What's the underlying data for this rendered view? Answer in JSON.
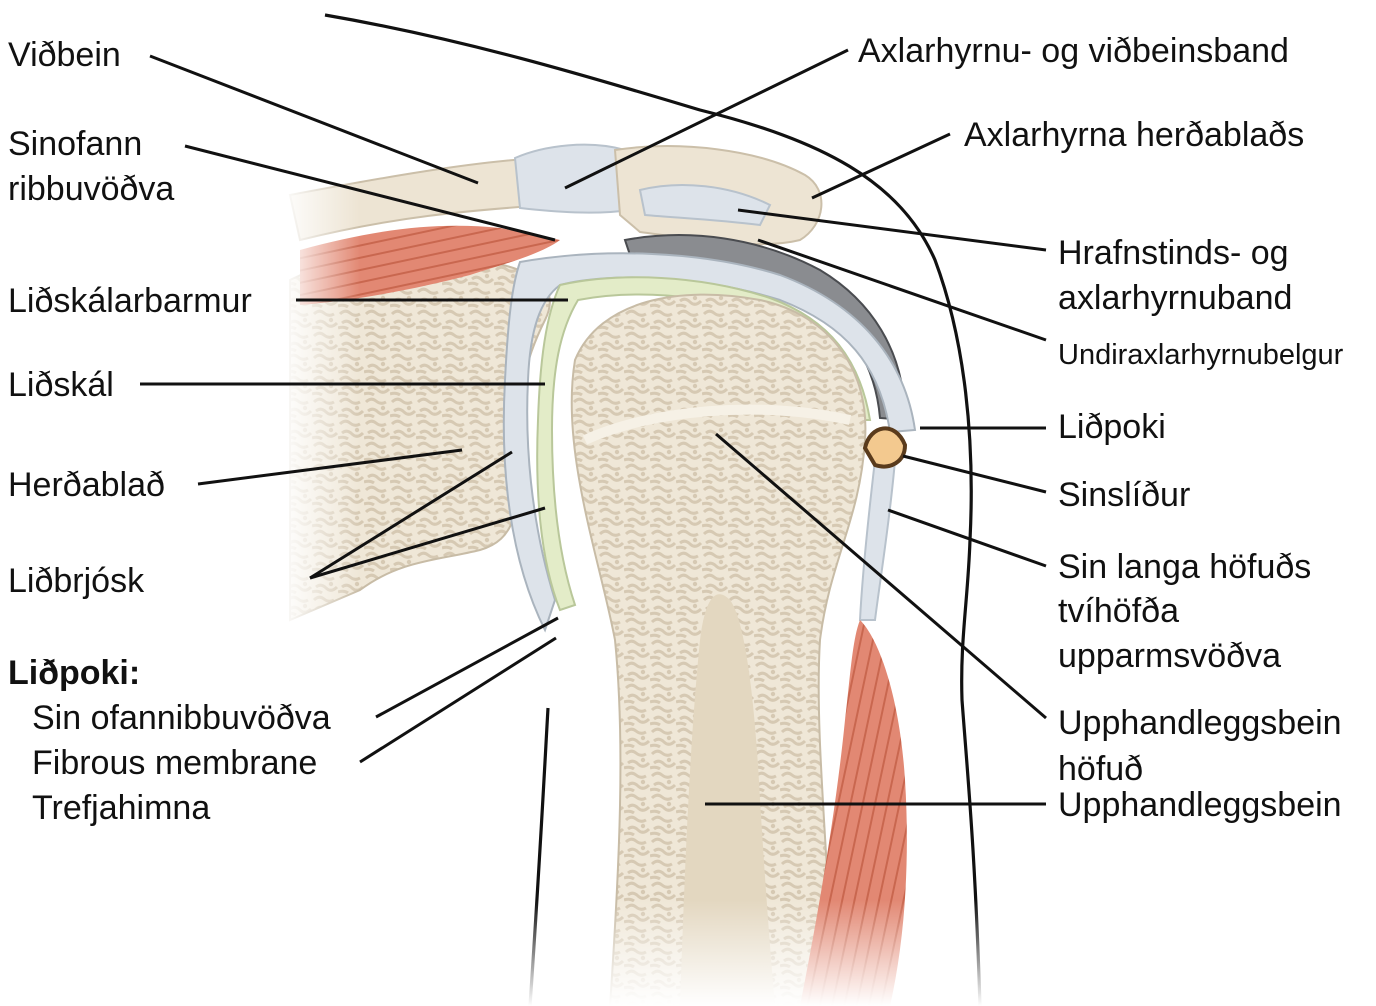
{
  "labels": {
    "clavicle": "Viðbein",
    "supraspinatus": [
      "Sinofann",
      "ribbuvöðva"
    ],
    "labrum": "Liðskálarbarmur",
    "glenoid": "Liðskál",
    "scapula": "Herðablað",
    "cartilage": "Liðbrjósk",
    "capsule_heading": "Liðpoki:",
    "capsule_items": [
      "Sin ofannibbuvöðva",
      "Fibrous membrane",
      "Trefjahimna"
    ],
    "acromioclavicular_ligament": "Axlarhyrnu- og viðbeinsband",
    "acromion": "Axlarhyrna herðablaðs",
    "coracoacromial_ligament": [
      "Hrafnstinds- og",
      "axlarhyrnuband"
    ],
    "subacromial_bursa": "Undiraxlarhyrnubelgur",
    "joint_capsule": "Liðpoki",
    "tendon_sheath": "Sinslíður",
    "biceps_tendon": [
      "Sin langa höfuðs",
      "tvíhöfða",
      "upparmsvöðva"
    ],
    "humerus_head": [
      "Upphandleggsbein",
      "höfuð"
    ],
    "humerus": "Upphandleggsbein"
  },
  "colors": {
    "bone": "#ede4d3",
    "bone_texture": "#d8ccb7",
    "cartilage": "#e3ecc8",
    "ligament": "#dde3ea",
    "bursa": "#8a8c90",
    "muscle": "#e28873",
    "outline": "#111111"
  }
}
